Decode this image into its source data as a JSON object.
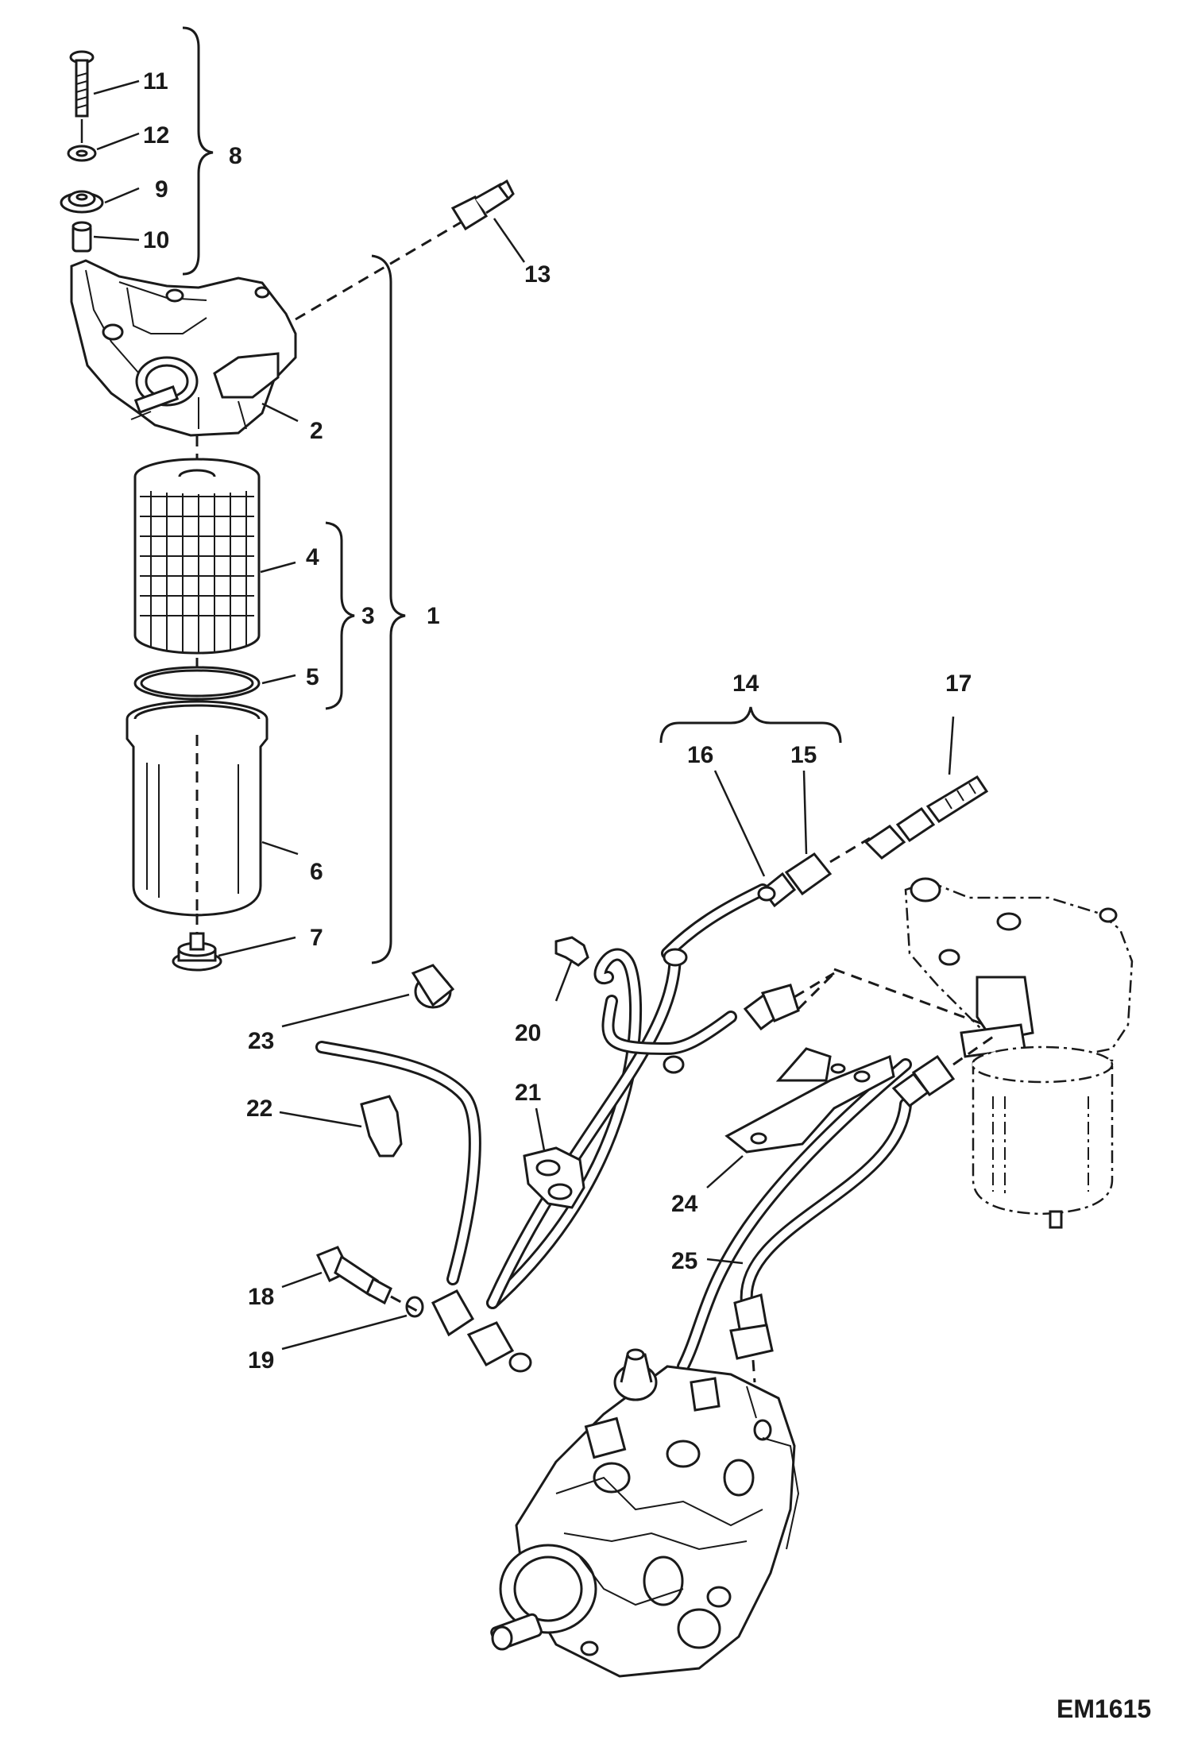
{
  "diagram": {
    "code": "EM1615",
    "callouts": [
      "1",
      "2",
      "3",
      "4",
      "5",
      "6",
      "7",
      "8",
      "9",
      "10",
      "11",
      "12",
      "13",
      "14",
      "15",
      "16",
      "17",
      "18",
      "19",
      "20",
      "21",
      "22",
      "23",
      "24",
      "25"
    ]
  }
}
